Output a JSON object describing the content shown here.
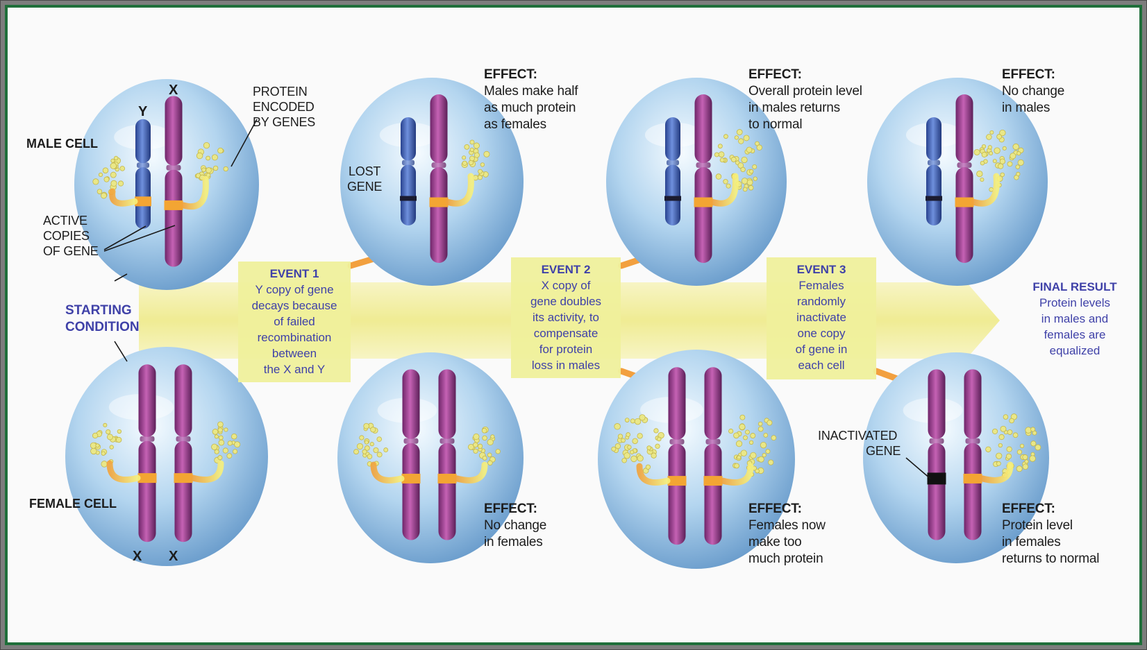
{
  "labels": {
    "male_cell": "MALE CELL",
    "female_cell": "FEMALE CELL",
    "protein_encoded": [
      "PROTEIN",
      "ENCODED",
      "BY GENES"
    ],
    "active_copies": [
      "ACTIVE",
      "COPIES",
      "OF GENE"
    ],
    "starting_condition": [
      "STARTING",
      "CONDITION"
    ],
    "lost_gene": [
      "LOST",
      "GENE"
    ],
    "inactivated_gene": [
      "INACTIVATED",
      "GENE"
    ],
    "chrom_x": "X",
    "chrom_y": "Y"
  },
  "events": [
    {
      "title": "EVENT 1",
      "lines": [
        "Y copy of gene",
        "decays because",
        "of failed",
        "recombination",
        "between",
        "the X and Y"
      ]
    },
    {
      "title": "EVENT 2",
      "lines": [
        "X copy of",
        "gene doubles",
        "its activity, to",
        "compensate",
        "for protein",
        "loss in males"
      ]
    },
    {
      "title": "EVENT 3",
      "lines": [
        "Females",
        "randomly",
        "inactivate",
        "one copy",
        "of gene in",
        "each cell"
      ]
    }
  ],
  "effects": {
    "male_1": {
      "title": "EFFECT:",
      "lines": [
        "Males make half",
        "as much protein",
        "as females"
      ]
    },
    "male_2": {
      "title": "EFFECT:",
      "lines": [
        "Overall protein level",
        "in males returns",
        "to normal"
      ]
    },
    "male_3": {
      "title": "EFFECT:",
      "lines": [
        "No change",
        "in males"
      ]
    },
    "female_1": {
      "title": "EFFECT:",
      "lines": [
        "No change",
        "in females"
      ]
    },
    "female_2": {
      "title": "EFFECT:",
      "lines": [
        "Females now",
        "make too",
        "much protein"
      ]
    },
    "female_3": {
      "title": "EFFECT:",
      "lines": [
        "Protein level",
        "in females",
        "returns to normal"
      ]
    }
  },
  "final_result": {
    "title": "FINAL RESULT",
    "lines": [
      "Protein levels",
      "in males and",
      "females are",
      "equalized"
    ]
  },
  "colors": {
    "frame": "#1f6f3a",
    "background": "#fafafa",
    "cell": "#9fc7e6",
    "arrow_band": "#f3f1a6",
    "x_chromosome": "#a24a94",
    "y_chromosome": "#3f5fb5",
    "active_gene": "#f0a33a",
    "protein": "#e4e58a",
    "event_text": "#3f41a8"
  }
}
